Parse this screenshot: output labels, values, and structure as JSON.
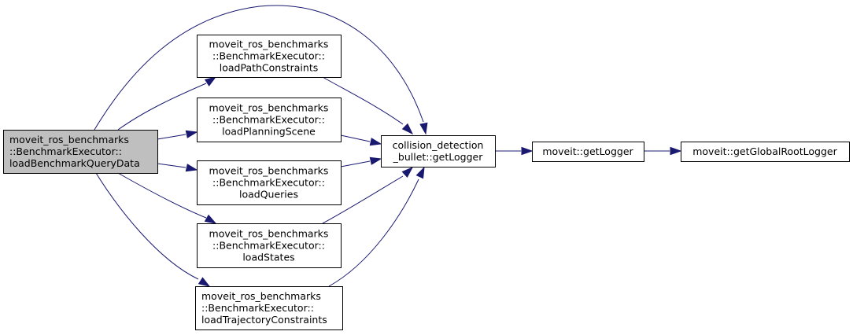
{
  "graph": {
    "type": "call-graph",
    "edge_color": "#191970",
    "root_fill": "#bfbfbf",
    "nodes": [
      {
        "id": "root",
        "lines": [
          "moveit_ros_benchmarks",
          "::BenchmarkExecutor::",
          "loadBenchmarkQueryData"
        ],
        "align": "left",
        "highlighted": true
      },
      {
        "id": "loadPathConstraints",
        "lines": [
          "moveit_ros_benchmarks",
          "::BenchmarkExecutor::",
          "loadPathConstraints"
        ],
        "align": "center"
      },
      {
        "id": "loadPlanningScene",
        "lines": [
          "moveit_ros_benchmarks",
          "::BenchmarkExecutor::",
          "loadPlanningScene"
        ],
        "align": "center"
      },
      {
        "id": "loadQueries",
        "lines": [
          "moveit_ros_benchmarks",
          "::BenchmarkExecutor::",
          "loadQueries"
        ],
        "align": "center"
      },
      {
        "id": "loadStates",
        "lines": [
          "moveit_ros_benchmarks",
          "::BenchmarkExecutor::",
          "loadStates"
        ],
        "align": "center"
      },
      {
        "id": "loadTrajectoryConstraints",
        "lines": [
          "moveit_ros_benchmarks",
          "::BenchmarkExecutor::",
          "loadTrajectoryConstraints"
        ],
        "align": "left"
      },
      {
        "id": "cdbGetLogger",
        "lines": [
          "collision_detection",
          "_bullet::getLogger"
        ],
        "align": "center"
      },
      {
        "id": "moveitGetLogger",
        "lines": [
          "moveit::getLogger"
        ],
        "align": "center"
      },
      {
        "id": "getGlobalRootLogger",
        "lines": [
          "moveit::getGlobalRootLogger"
        ],
        "align": "center"
      }
    ],
    "edges": [
      {
        "from": "root",
        "to": "cdbGetLogger"
      },
      {
        "from": "root",
        "to": "loadPathConstraints"
      },
      {
        "from": "root",
        "to": "loadPlanningScene"
      },
      {
        "from": "root",
        "to": "loadQueries"
      },
      {
        "from": "root",
        "to": "loadStates"
      },
      {
        "from": "root",
        "to": "loadTrajectoryConstraints"
      },
      {
        "from": "loadPathConstraints",
        "to": "cdbGetLogger"
      },
      {
        "from": "loadPlanningScene",
        "to": "cdbGetLogger"
      },
      {
        "from": "loadQueries",
        "to": "cdbGetLogger"
      },
      {
        "from": "loadStates",
        "to": "cdbGetLogger"
      },
      {
        "from": "loadTrajectoryConstraints",
        "to": "cdbGetLogger"
      },
      {
        "from": "cdbGetLogger",
        "to": "moveitGetLogger"
      },
      {
        "from": "moveitGetLogger",
        "to": "getGlobalRootLogger"
      }
    ]
  }
}
